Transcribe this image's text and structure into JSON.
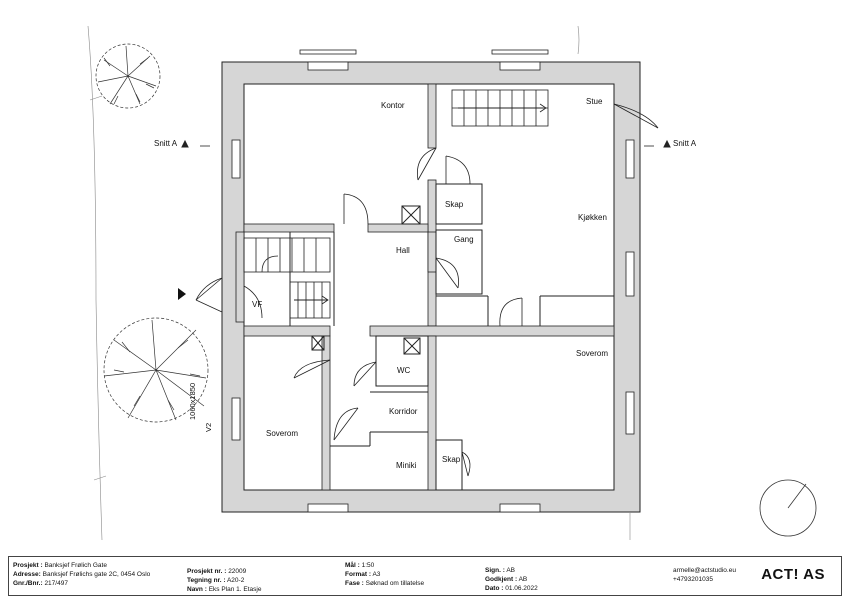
{
  "rooms": {
    "kontor": "Kontor",
    "stue": "Stue",
    "skap1": "Skap",
    "kjokken": "Kjøkken",
    "gang": "Gang",
    "hall": "Hall",
    "vf": "VF",
    "wc": "WC",
    "soverom1": "Soverom",
    "korridor": "Korridor",
    "soverom2": "Soverom",
    "skap2": "Skap",
    "miniki": "Miniki"
  },
  "section_markers": {
    "left": "Snitt A",
    "right": "Snitt A"
  },
  "window_label": "1060x1850",
  "window_code": "V2",
  "title_block": {
    "project_label": "Prosjekt :",
    "project_value": "Banksjef Frølich Gate",
    "address_label": "Adresse:",
    "address_value": "Banksjef Frølichs gate 2C, 0454 Oslo",
    "gnr_label": "Gnr./Bnr.:",
    "gnr_value": "217/497",
    "projnr_label": "Prosjekt nr. :",
    "projnr_value": "22009",
    "tegning_label": "Tegning nr. :",
    "tegning_value": "A20-2",
    "navn_label": "Navn :",
    "navn_value": "Eks Plan 1. Etasje",
    "maal_label": "Mål :",
    "maal_value": "1:50",
    "format_label": "Format :",
    "format_value": "A3",
    "fase_label": "Fase :",
    "fase_value": "Søknad om tillatelse",
    "sign_label": "Sign. :",
    "sign_value": "AB",
    "godkjent_label": "Godkjent :",
    "godkjent_value": "AB",
    "dato_label": "Dato :",
    "dato_value": "01.06.2022",
    "email": "armelle@actstudio.eu",
    "phone": "+4793201035",
    "logo": "ACT! AS"
  },
  "colors": {
    "wall_fill": "#d6d6d6",
    "line": "#222222"
  },
  "icons": [
    "tree-icon",
    "north-arrow-icon",
    "entrance-arrow-icon"
  ]
}
